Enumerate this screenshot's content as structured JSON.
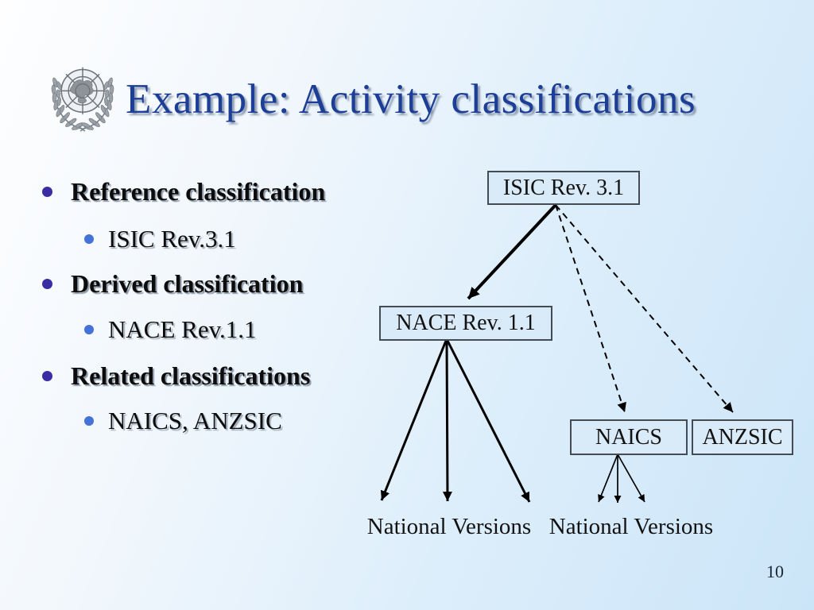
{
  "slide": {
    "title": "Example: Activity classifications",
    "page_number": "10",
    "logo_icon": "un-emblem-icon"
  },
  "bullets": [
    {
      "level": 1,
      "label": "Reference classification"
    },
    {
      "level": 2,
      "label": "ISIC Rev.3.1"
    },
    {
      "level": 1,
      "label": "Derived classification"
    },
    {
      "level": 2,
      "label": "NACE Rev.1.1"
    },
    {
      "level": 1,
      "label": "Related classifications"
    },
    {
      "level": 2,
      "label": "NAICS, ANZSIC"
    }
  ],
  "diagram": {
    "nodes": [
      {
        "id": "isic",
        "label": "ISIC Rev. 3.1"
      },
      {
        "id": "nace",
        "label": "NACE Rev. 1.1"
      },
      {
        "id": "naics",
        "label": "NAICS"
      },
      {
        "id": "anzsic",
        "label": "ANZSIC"
      },
      {
        "id": "national-versions-left",
        "label": "National Versions"
      },
      {
        "id": "national-versions-right",
        "label": "National Versions"
      }
    ],
    "edges": [
      {
        "from": "ISIC Rev. 3.1",
        "to": "NACE Rev. 1.1",
        "style": "solid",
        "count": 1
      },
      {
        "from": "ISIC Rev. 3.1",
        "to": "NAICS",
        "style": "dashed",
        "count": 1
      },
      {
        "from": "ISIC Rev. 3.1",
        "to": "ANZSIC",
        "style": "dashed",
        "count": 1
      },
      {
        "from": "NACE Rev. 1.1",
        "to": "National Versions",
        "style": "solid",
        "count": 3
      },
      {
        "from": "NAICS",
        "to": "National Versions",
        "style": "solid",
        "count": 3
      }
    ]
  },
  "colors": {
    "title_text": "#1c3e96",
    "bullet_level1_dot": "#3a2da3",
    "bullet_level2_dot": "#4472d9",
    "body_text": "#0c0c0c",
    "node_fill": "#d9eaf8",
    "node_border": "#454b52",
    "arrow": "#000000",
    "background_top_left": "#fefeff",
    "background_bottom_right": "#cbe5f8"
  }
}
